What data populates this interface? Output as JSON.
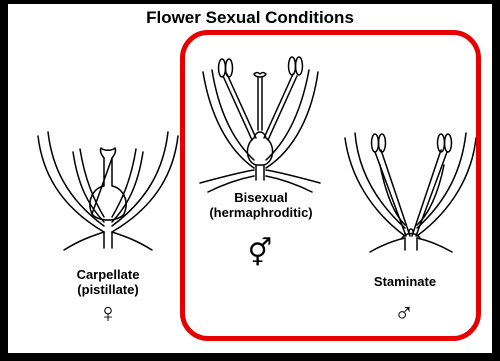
{
  "title": "Flower Sexual Conditions",
  "flowers": [
    {
      "label_line1": "Carpellate",
      "label_line2": "(pistillate)",
      "symbol": "♀"
    },
    {
      "label_line1": "Bisexual",
      "label_line2": "(hermaphroditic)",
      "symbol": "⚥"
    },
    {
      "label_line1": "Staminate",
      "label_line2": "",
      "symbol": "♂"
    }
  ],
  "colors": {
    "background": "#000000",
    "panel": "#ffffff",
    "highlight": "#e60000",
    "ink": "#000000"
  }
}
